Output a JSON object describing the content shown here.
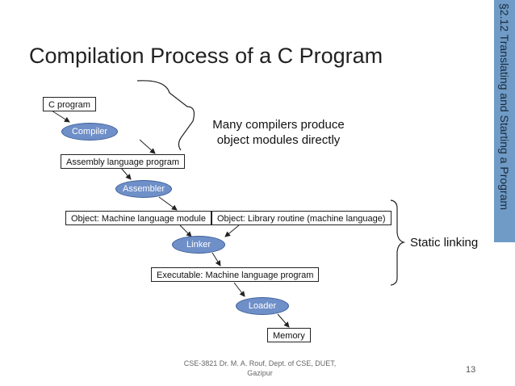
{
  "title": "Compilation Process of a C Program",
  "side_label": "§2.12 Translating and Starting a Program",
  "nodes": {
    "c_program": "C program",
    "compiler": "Compiler",
    "assembly": "Assembly language program",
    "assembler": "Assembler",
    "object_machine": "Object: Machine language module",
    "object_library": "Object: Library routine (machine language)",
    "linker": "Linker",
    "executable": "Executable: Machine language program",
    "loader": "Loader",
    "memory": "Memory"
  },
  "notes": {
    "compilers_line1": "Many compilers produce",
    "compilers_line2": "object modules directly",
    "static_linking": "Static linking"
  },
  "footer": {
    "line1": "CSE-3821 Dr. M. A. Rouf, Dept. of CSE, DUET,",
    "line2": "Gazipur",
    "page": "13"
  },
  "colors": {
    "band": "#6f9bc6",
    "oval": "#6f8fc8"
  }
}
